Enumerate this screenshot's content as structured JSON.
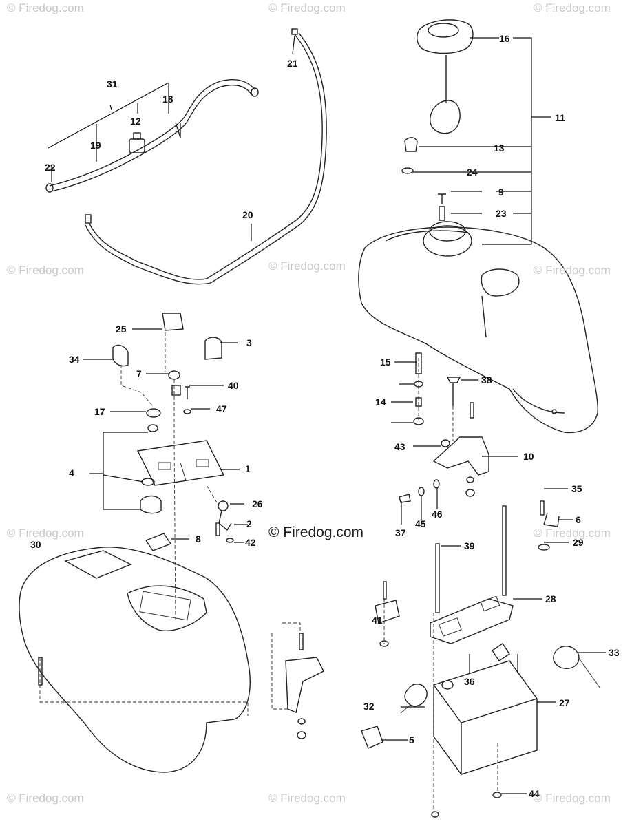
{
  "watermark": "© Firedog.com",
  "brand_label": "© Firedog.com",
  "callouts": [
    "1",
    "2",
    "3",
    "4",
    "5",
    "6",
    "7",
    "8",
    "9",
    "10",
    "11",
    "12",
    "13",
    "14",
    "15",
    "16",
    "17",
    "18",
    "19",
    "20",
    "21",
    "22",
    "23",
    "24",
    "25",
    "26",
    "27",
    "28",
    "29",
    "30",
    "31",
    "32",
    "33",
    "34",
    "35",
    "36",
    "37",
    "38",
    "39",
    "40",
    "41",
    "42",
    "43",
    "44",
    "45",
    "46",
    "47"
  ]
}
